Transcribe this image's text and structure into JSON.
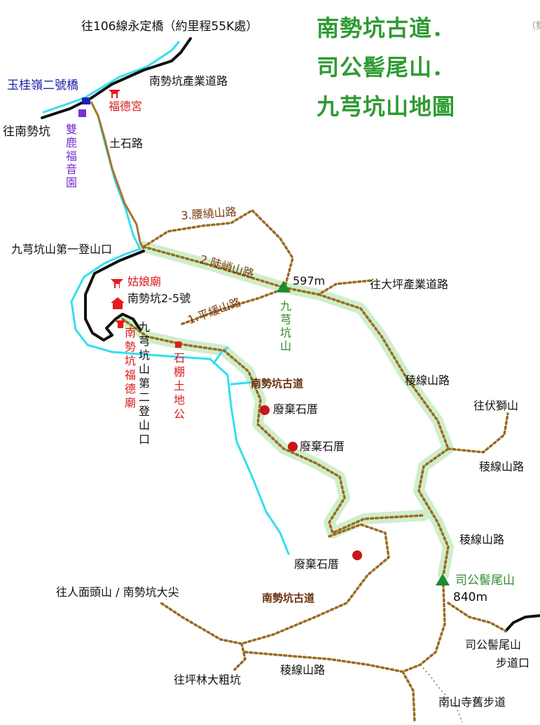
{
  "title": {
    "line1": "南勢坑古道．",
    "line2": "司公髻尾山．",
    "line3": "九芎坑山地圖"
  },
  "corner_mark": "（勢",
  "labels": {
    "to_route106": "往106線永定橋（約里程55K處）",
    "yuguiling_bridge": "玉桂嶺二號橋",
    "industrial_road": "南勢坑產業道路",
    "fude_temple": "福德宮",
    "to_nanshikeng": "往南勢坑",
    "shuanglu_garden": "雙鹿福音園",
    "dirt_road": "土石路",
    "waist_trail": "3.腰繞山路",
    "first_trailhead": "九芎坑山第一登山口",
    "steep_trail": "2.陡峭山路",
    "peak_alt": "597m",
    "to_dapin": "往大坪產業道路",
    "guniang_temple": "姑娘廟",
    "house_no": "南勢坑2-5號",
    "gentle_trail": "1.平緩山路",
    "jiuqiong_peak": "九芎坑山",
    "second_trailhead": "九芎坑山第二登山口",
    "nanshi_fude": "南勢坑福德廟",
    "stone_shed": "石棚土地公",
    "old_trail_1": "南勢坑古道",
    "ridge_1": "稜線山路",
    "abandoned_1": "廢棄石厝",
    "to_fushi": "往伏獅山",
    "abandoned_2": "廢棄石厝",
    "ridge_2": "稜線山路",
    "ridge_3": "稜線山路",
    "abandoned_3": "廢棄石厝",
    "sigong_peak": "司公髻尾山",
    "sigong_alt": "840m",
    "to_renmian": "往人面頭山 / 南勢坑大尖",
    "old_trail_2": "南勢坑古道",
    "sigong_trailhead_1": "司公髻尾山",
    "sigong_trailhead_2": "步道口",
    "to_pinglin": "往坪林大粗坑",
    "ridge_4": "稜線山路",
    "nanshan_trail": "南山寺舊步道"
  },
  "colors": {
    "title": "#2e9a32",
    "river": "#33dff0",
    "road": "#111111",
    "dirt_road": "#a9742e",
    "trail": "#9a6a22",
    "trail_highlight": "#cfeecb",
    "temple": "#e51b1b",
    "peak": "#1f8a2e",
    "bridge": "#2020b0",
    "garden": "#7a2fd0"
  }
}
